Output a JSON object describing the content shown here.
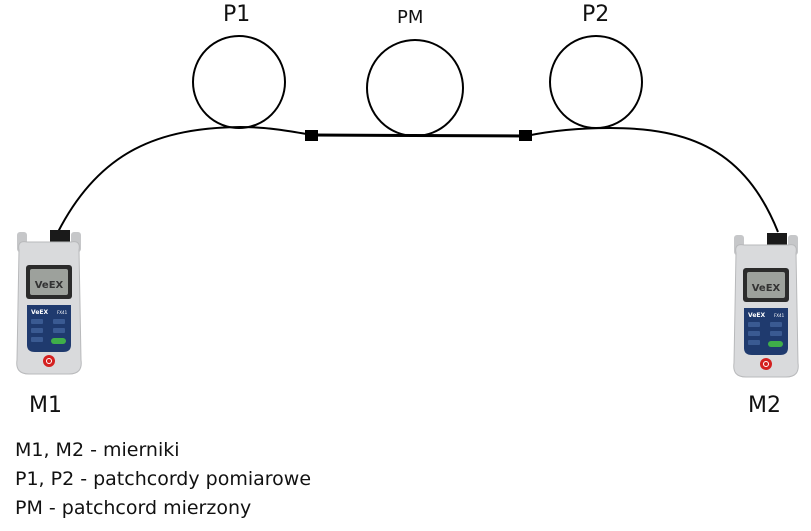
{
  "diagram": {
    "labels": {
      "p1": "P1",
      "pm": "PM",
      "p2": "P2",
      "m1": "M1",
      "m2": "M2"
    },
    "meter_brand": "VeEX",
    "meter_model": "FX41"
  },
  "legend": [
    "M1, M2 - mierniki",
    "P1, P2 - patchcordy pomiarowe",
    "PM - patchcord mierzony"
  ],
  "colors": {
    "line": "#000000",
    "meter_body": "#d9dadc",
    "meter_keypad": "#1f3a6e",
    "power_button": "#d42020"
  }
}
